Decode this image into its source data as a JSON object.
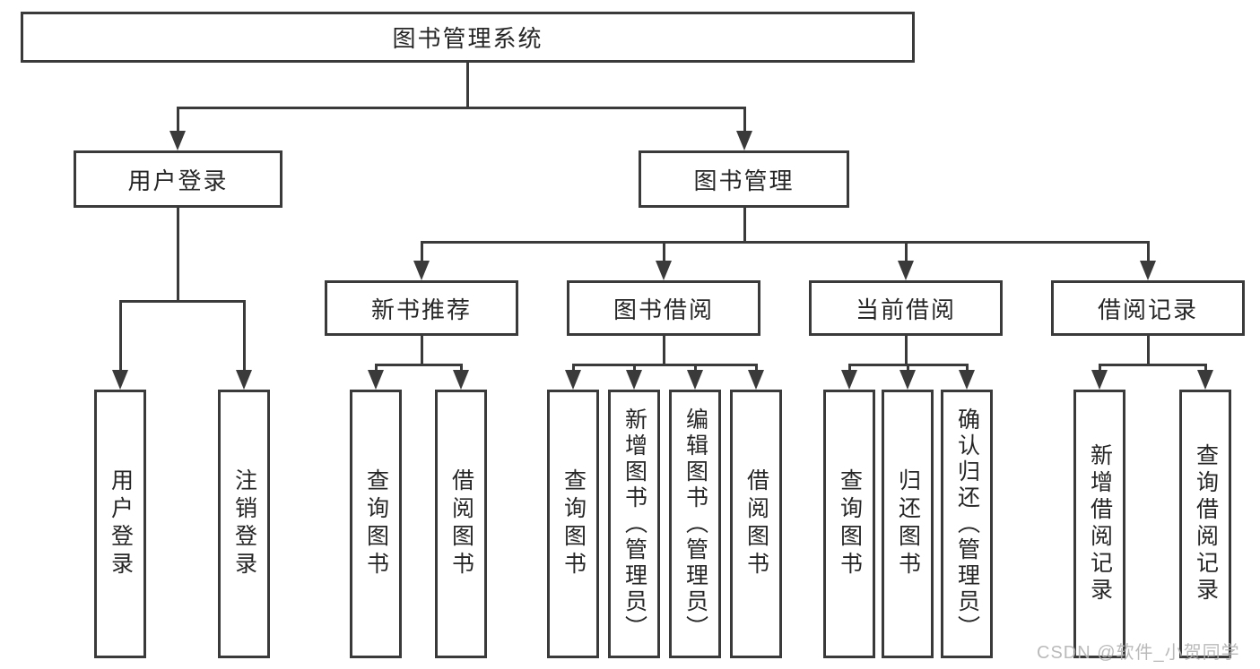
{
  "tree": {
    "root": "图书管理系统",
    "branches": [
      {
        "label": "用户登录",
        "children": [
          "用户登录",
          "注销登录"
        ]
      },
      {
        "label": "图书管理",
        "children": [
          {
            "label": "新书推荐",
            "children": [
              "查询图书",
              "借阅图书"
            ]
          },
          {
            "label": "图书借阅",
            "children": [
              "查询图书",
              "新增图书（管理员）",
              "编辑图书（管理员）",
              "借阅图书"
            ]
          },
          {
            "label": "当前借阅",
            "children": [
              "查询图书",
              "归还图书",
              "确认归还（管理员）"
            ]
          },
          {
            "label": "借阅记录",
            "children": [
              "新增借阅记录",
              "查询借阅记录"
            ]
          }
        ]
      }
    ]
  },
  "watermark": {
    "text": "CSDN @软件_小贺同学"
  },
  "colors": {
    "line": "#3a3a3a",
    "text": "#262626",
    "background": "#ffffff",
    "watermark": "#b3b3b3"
  }
}
